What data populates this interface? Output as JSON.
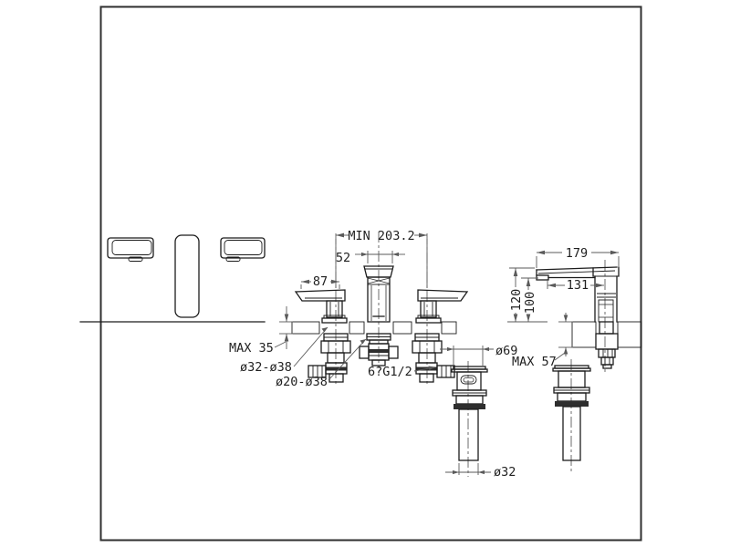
{
  "drawing": {
    "type": "cad-installation-diagram",
    "colors": {
      "background": "#ffffff",
      "border": "#2f2f2f",
      "object_line": "#1c1c1c",
      "dimension_line": "#5a5a5a",
      "text": "#1f1f1f"
    },
    "labels": {
      "min_spread": "MIN 203.2",
      "spout_width": "52",
      "handle_length": "87",
      "spout_reach": "179",
      "outlet_reach": "131",
      "spout_height": "120",
      "outlet_height": "100",
      "deck_thickness_front": "MAX 35",
      "handle_hole_diameter": "ø32-ø38",
      "spout_hole_diameter": "ø20-ø38",
      "inlet_thread": "6?G1/2",
      "drain_flange_diameter": "ø69",
      "deck_thickness_spout": "MAX 57",
      "drain_tube_diameter": "ø32"
    }
  }
}
